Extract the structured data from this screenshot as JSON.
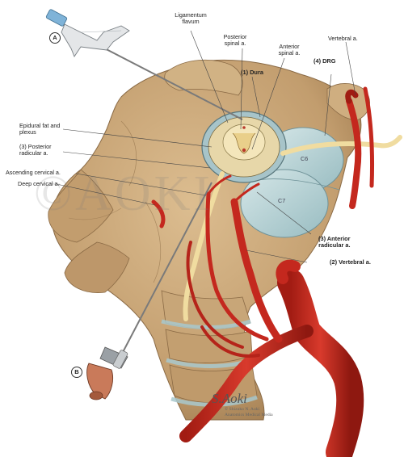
{
  "labels": {
    "ligamentum_flavum": "Ligamentum\nflavum",
    "posterior_spinal": "Posterior\nspinal a.",
    "anterior_spinal": "Anterior\nspinal a.",
    "dura": "(1) Dura",
    "drg": "(4) DRG",
    "vertebral_top": "Vertebral a.",
    "epidural_fat": "Epidural fat and\nplexus",
    "posterior_radicular": "(3) Posterior\nradicular a.",
    "ascending_cervical": "Ascending cervical a.",
    "deep_cervical": "Deep cervical a.",
    "anterior_radicular": "(3) Anterior\nradicular a.",
    "vertebral_bottom": "(2) Vertebral a.",
    "c6": "C6",
    "c7": "C7"
  },
  "markers": {
    "a": "A",
    "b": "B"
  },
  "credit": {
    "line1": "© Shizuko N. Aoki",
    "line2": "Anatomics Medical Media"
  },
  "watermark": "©AOKI",
  "signature": "S.Aoki",
  "colors": {
    "bone": "#c9a67a",
    "bone_shadow": "#a9855a",
    "disc": "#b9d3d6",
    "artery": "#c4281e",
    "artery_dark": "#8e1810",
    "cord": "#f3e2b0",
    "needle": "#8a8a8a",
    "hub_blue": "#7fb3d8",
    "hub_orange": "#c97a5a"
  }
}
